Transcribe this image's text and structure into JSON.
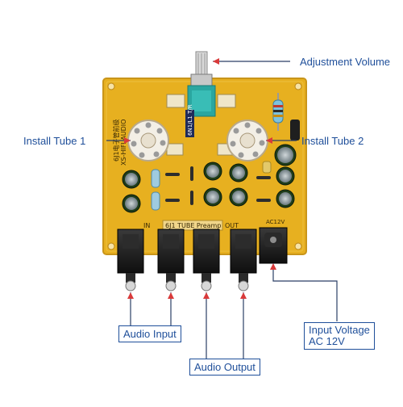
{
  "callouts": {
    "adjustment_volume": "Adjustment Volume",
    "install_tube_1": "Install Tube 1",
    "install_tube_2": "Install Tube 2",
    "audio_input": "Audio Input",
    "audio_output": "Audio Output",
    "input_voltage_line1": "Input Voltage",
    "input_voltage_line2": "AC 12V"
  },
  "board_text": {
    "brand": "XS-HIFI AUDIO",
    "model_vertical": "6J1电子管前级",
    "model": "6J1 TUBE Preamp",
    "in": "IN",
    "out": "OUT",
    "power": "AC12V"
  },
  "colors": {
    "board": "#e7b020",
    "board_edge": "#c9951a",
    "label_blue": "#1f4f9a",
    "arrow_red": "#d93a3a",
    "line_dark": "#2b3f66"
  }
}
